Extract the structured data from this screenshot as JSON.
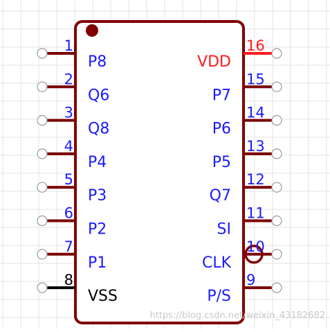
{
  "component": {
    "body_color": "#800000",
    "pin_color": "#7a0000",
    "power_pin_color": "#ff1a1a",
    "ground_pin_color": "#000000",
    "label_color": "#1a1aff",
    "grid_color": "#e3e3e3"
  },
  "pins_left": [
    {
      "number": "1",
      "name": "P8",
      "kind": "signal"
    },
    {
      "number": "2",
      "name": "Q6",
      "kind": "signal"
    },
    {
      "number": "3",
      "name": "Q8",
      "kind": "signal"
    },
    {
      "number": "4",
      "name": "P4",
      "kind": "signal"
    },
    {
      "number": "5",
      "name": "P3",
      "kind": "signal"
    },
    {
      "number": "6",
      "name": "P2",
      "kind": "signal"
    },
    {
      "number": "7",
      "name": "P1",
      "kind": "signal"
    },
    {
      "number": "8",
      "name": "VSS",
      "kind": "ground"
    }
  ],
  "pins_right": [
    {
      "number": "16",
      "name": "VDD",
      "kind": "power"
    },
    {
      "number": "15",
      "name": "P7",
      "kind": "signal"
    },
    {
      "number": "14",
      "name": "P6",
      "kind": "signal"
    },
    {
      "number": "13",
      "name": "P5",
      "kind": "signal"
    },
    {
      "number": "12",
      "name": "Q7",
      "kind": "signal"
    },
    {
      "number": "11",
      "name": "SI",
      "kind": "signal"
    },
    {
      "number": "10",
      "name": "CLK",
      "kind": "clock"
    },
    {
      "number": "9",
      "name": "P/S",
      "kind": "signal"
    }
  ],
  "watermark": "https://blog.csdn.net/weixin_43182682"
}
